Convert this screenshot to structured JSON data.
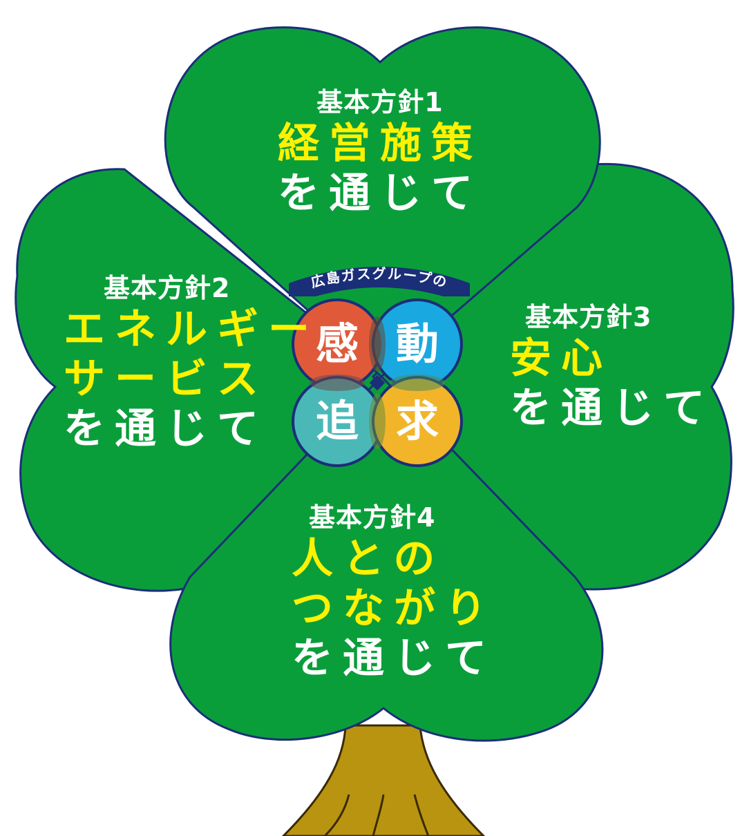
{
  "center": {
    "group_title": "広島ガスグループの",
    "kanji": [
      "感",
      "動",
      "追",
      "求"
    ]
  },
  "policies": [
    {
      "heading": "基本方針1",
      "lines": [
        "経営施策"
      ],
      "tail": "を通じて"
    },
    {
      "heading": "基本方針2",
      "lines": [
        "エネルギー",
        "サービス"
      ],
      "tail": "を通じて"
    },
    {
      "heading": "基本方針3",
      "lines": [
        "安心"
      ],
      "tail": "を通じて"
    },
    {
      "heading": "基本方針4",
      "lines": [
        "人との",
        "つながり"
      ],
      "tail": "を通じて"
    }
  ],
  "colors": {
    "leaf": "#0a9e3b",
    "outline": "#1b2e78",
    "trunk": "#b99410",
    "accent_text": "#fff200",
    "circle_red": "#e05a3a",
    "circle_blue": "#1aa8e0",
    "circle_teal": "#4bb8b8",
    "circle_orange": "#f2b52a"
  }
}
